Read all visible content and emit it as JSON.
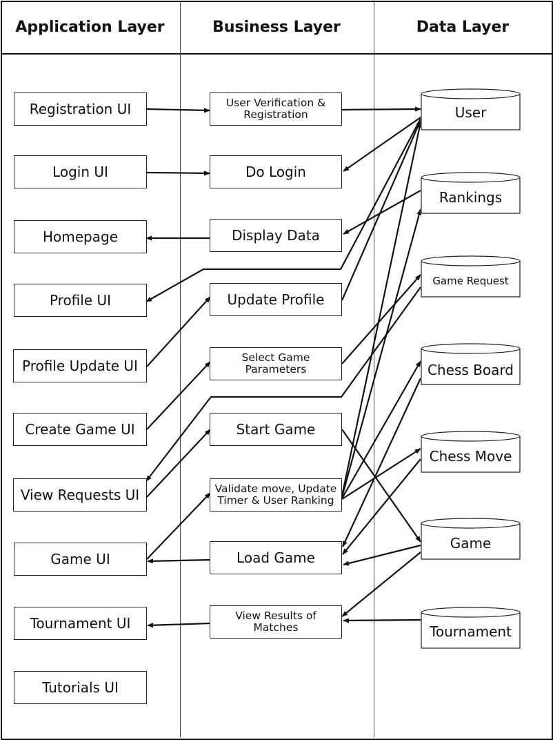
{
  "columns": {
    "application": "Application Layer",
    "business": "Business Layer",
    "data": "Data Layer"
  },
  "application_nodes": [
    "Registration UI",
    "Login UI",
    "Homepage",
    "Profile UI",
    "Profile Update UI",
    "Create Game UI",
    "View Requests UI",
    "Game UI",
    "Tournament UI",
    "Tutorials UI"
  ],
  "business_nodes": [
    "User Verification & Registration",
    "Do Login",
    "Display Data",
    "Update Profile",
    "Select Game Parameters",
    "Start Game",
    "Validate move, Update Timer & User Ranking",
    "Load Game",
    "View Results of Matches"
  ],
  "data_nodes": [
    "User",
    "Rankings",
    "Game Request",
    "Chess Board",
    "Chess Move",
    "Game",
    "Tournament"
  ],
  "edges": [
    {
      "from": "Registration UI",
      "to": "User Verification & Registration"
    },
    {
      "from": "User Verification & Registration",
      "to": "User"
    },
    {
      "from": "Login UI",
      "to": "Do Login"
    },
    {
      "from": "User",
      "to": "Do Login"
    },
    {
      "from": "Display Data",
      "to": "Homepage"
    },
    {
      "from": "Rankings",
      "to": "Display Data"
    },
    {
      "from": "User",
      "to": "Profile UI"
    },
    {
      "from": "Profile Update UI",
      "to": "Update Profile"
    },
    {
      "from": "Update Profile",
      "to": "User"
    },
    {
      "from": "Create Game UI",
      "to": "Select Game Parameters"
    },
    {
      "from": "Select Game Parameters",
      "to": "Game Request"
    },
    {
      "from": "Game Request",
      "to": "View Requests UI"
    },
    {
      "from": "View Requests UI",
      "to": "Start Game"
    },
    {
      "from": "Start Game",
      "to": "Game"
    },
    {
      "from": "Game UI",
      "to": "Validate move, Update Timer & User Ranking"
    },
    {
      "from": "Validate move, Update Timer & User Ranking",
      "to": "Chess Board"
    },
    {
      "from": "Validate move, Update Timer & User Ranking",
      "to": "Chess Move"
    },
    {
      "from": "Validate move, Update Timer & User Ranking",
      "to": "Rankings"
    },
    {
      "from": "Validate move, Update Timer & User Ranking",
      "to": "User"
    },
    {
      "from": "Load Game",
      "to": "Game UI"
    },
    {
      "from": "Chess Board",
      "to": "Load Game"
    },
    {
      "from": "Chess Move",
      "to": "Load Game"
    },
    {
      "from": "Game",
      "to": "Load Game"
    },
    {
      "from": "Game",
      "to": "View Results of Matches"
    },
    {
      "from": "Tournament",
      "to": "View Results of Matches"
    },
    {
      "from": "View Results of Matches",
      "to": "Tournament UI"
    }
  ]
}
